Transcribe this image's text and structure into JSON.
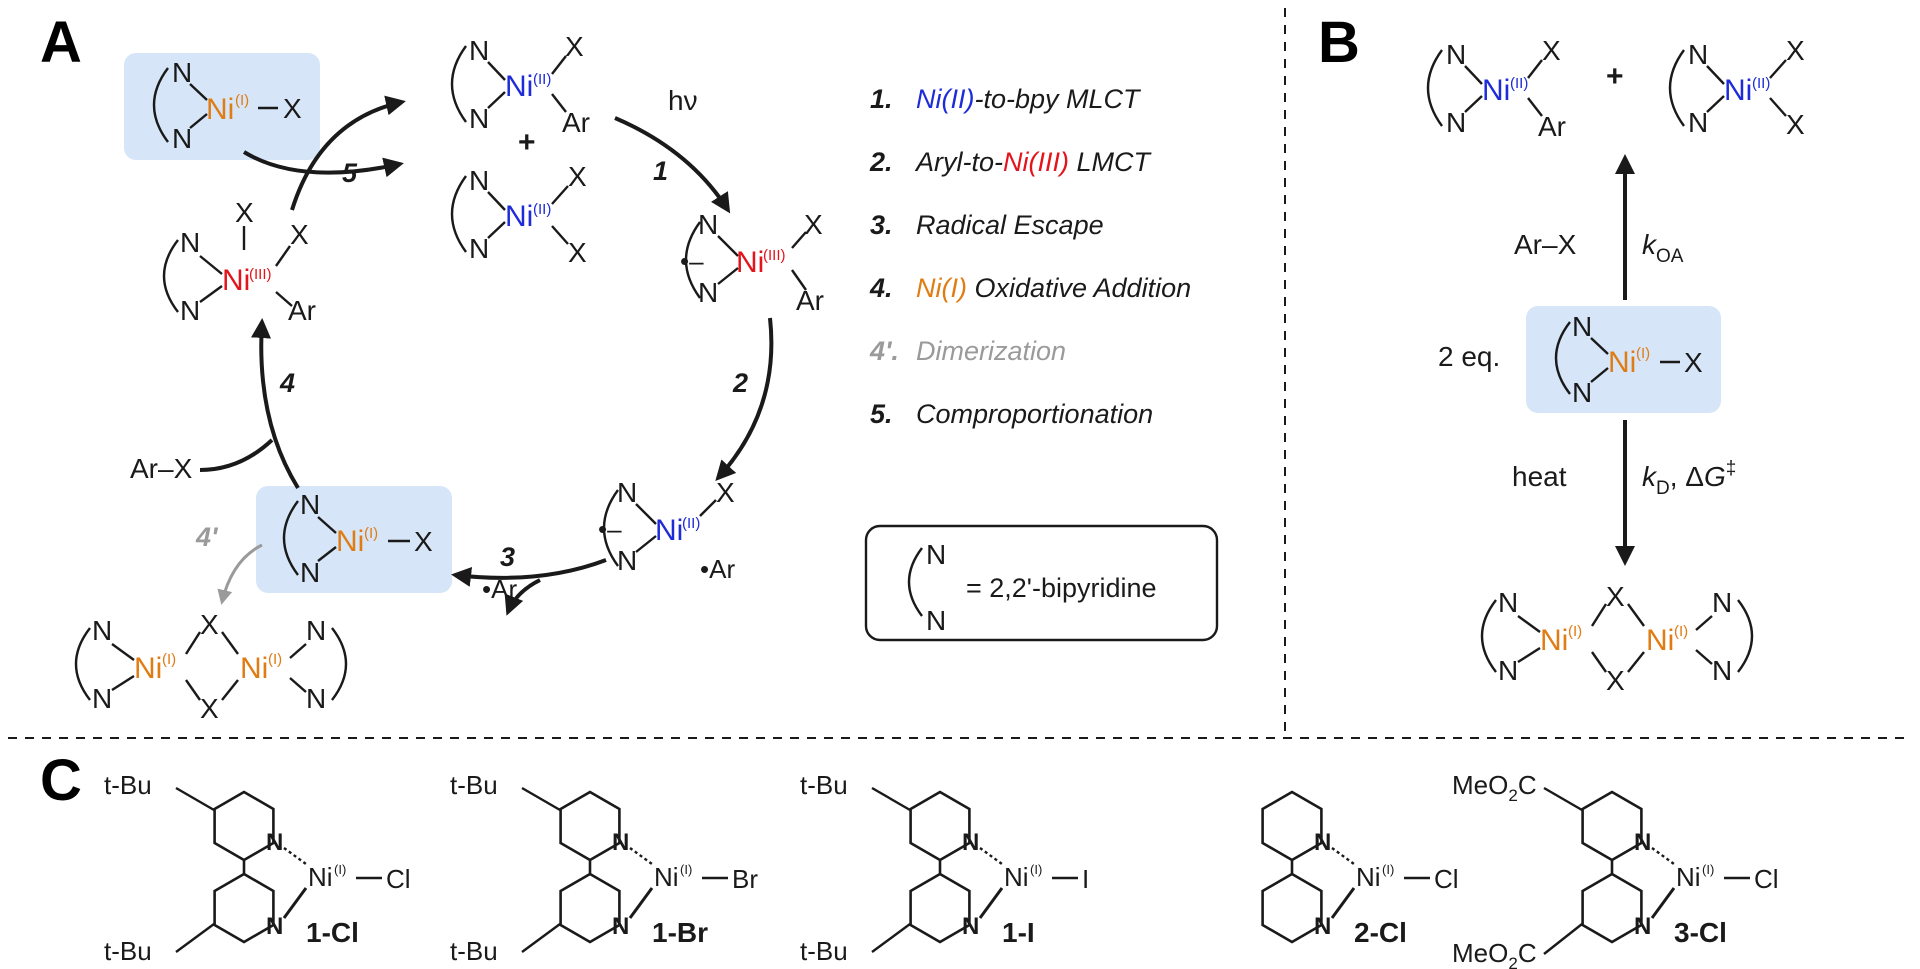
{
  "panels": {
    "a": "A",
    "b": "B",
    "c": "C"
  },
  "atoms": {
    "n": "N",
    "x": "X",
    "ar": "Ar",
    "ni": "Ni",
    "ar_radical": "•Ar",
    "ar_x": "Ar–X",
    "plus": "+",
    "hv": "hν",
    "radical_anion": "•–"
  },
  "oxidation": {
    "i": "(I)",
    "ii": "(II)",
    "iii": "(III)"
  },
  "steps": {
    "s1": "1",
    "s2": "2",
    "s3": "3",
    "s4": "4",
    "s4p": "4'",
    "s5": "5"
  },
  "legend": [
    {
      "num": "1.",
      "parts": [
        {
          "text": "Ni(II)",
          "color": "#1d2bd9"
        },
        {
          "text": "-to-bpy MLCT",
          "color": "#1a1a1a"
        }
      ]
    },
    {
      "num": "2.",
      "parts": [
        {
          "text": "Aryl-to-",
          "color": "#1a1a1a"
        },
        {
          "text": "Ni(III)",
          "color": "#e3141b"
        },
        {
          "text": " LMCT",
          "color": "#1a1a1a"
        }
      ]
    },
    {
      "num": "3.",
      "parts": [
        {
          "text": "Radical Escape",
          "color": "#1a1a1a"
        }
      ]
    },
    {
      "num": "4.",
      "parts": [
        {
          "text": "Ni(I)",
          "color": "#e07c14"
        },
        {
          "text": " Oxidative Addition",
          "color": "#1a1a1a"
        }
      ]
    },
    {
      "num": "4'.",
      "parts": [
        {
          "text": "Dimerization",
          "color": "#9a9a9a"
        }
      ],
      "muted": true
    },
    {
      "num": "5.",
      "parts": [
        {
          "text": "Comproportionation",
          "color": "#1a1a1a"
        }
      ]
    }
  ],
  "ligand_key": {
    "equals": "= 2,2'-bipyridine"
  },
  "panel_b": {
    "two_eq": "2 eq.",
    "k_oa_k": "k",
    "k_oa_sub": "OA",
    "heat": "heat",
    "k_d_k": "k",
    "k_d_sub": "D",
    "dg_delta": ", Δ",
    "dg_g": "G",
    "dg_dagger": "‡"
  },
  "compounds": [
    {
      "label": "1-Cl",
      "halide": "Cl",
      "substituent": "t-Bu"
    },
    {
      "label": "1-Br",
      "halide": "Br",
      "substituent": "t-Bu"
    },
    {
      "label": "1-I",
      "halide": "I",
      "substituent": "t-Bu"
    },
    {
      "label": "2-Cl",
      "halide": "Cl",
      "substituent": ""
    },
    {
      "label": "3-Cl",
      "halide": "Cl",
      "substituent": "MeO2C"
    }
  ],
  "subst_meo2c": {
    "a": "MeO",
    "b": "2",
    "c": "C"
  },
  "colors": {
    "ni_ii": "#1d2bd9",
    "ni_iii": "#e3141b",
    "ni_i": "#e07c14",
    "highlight": "#d6e6f8",
    "muted": "#9a9a9a"
  }
}
